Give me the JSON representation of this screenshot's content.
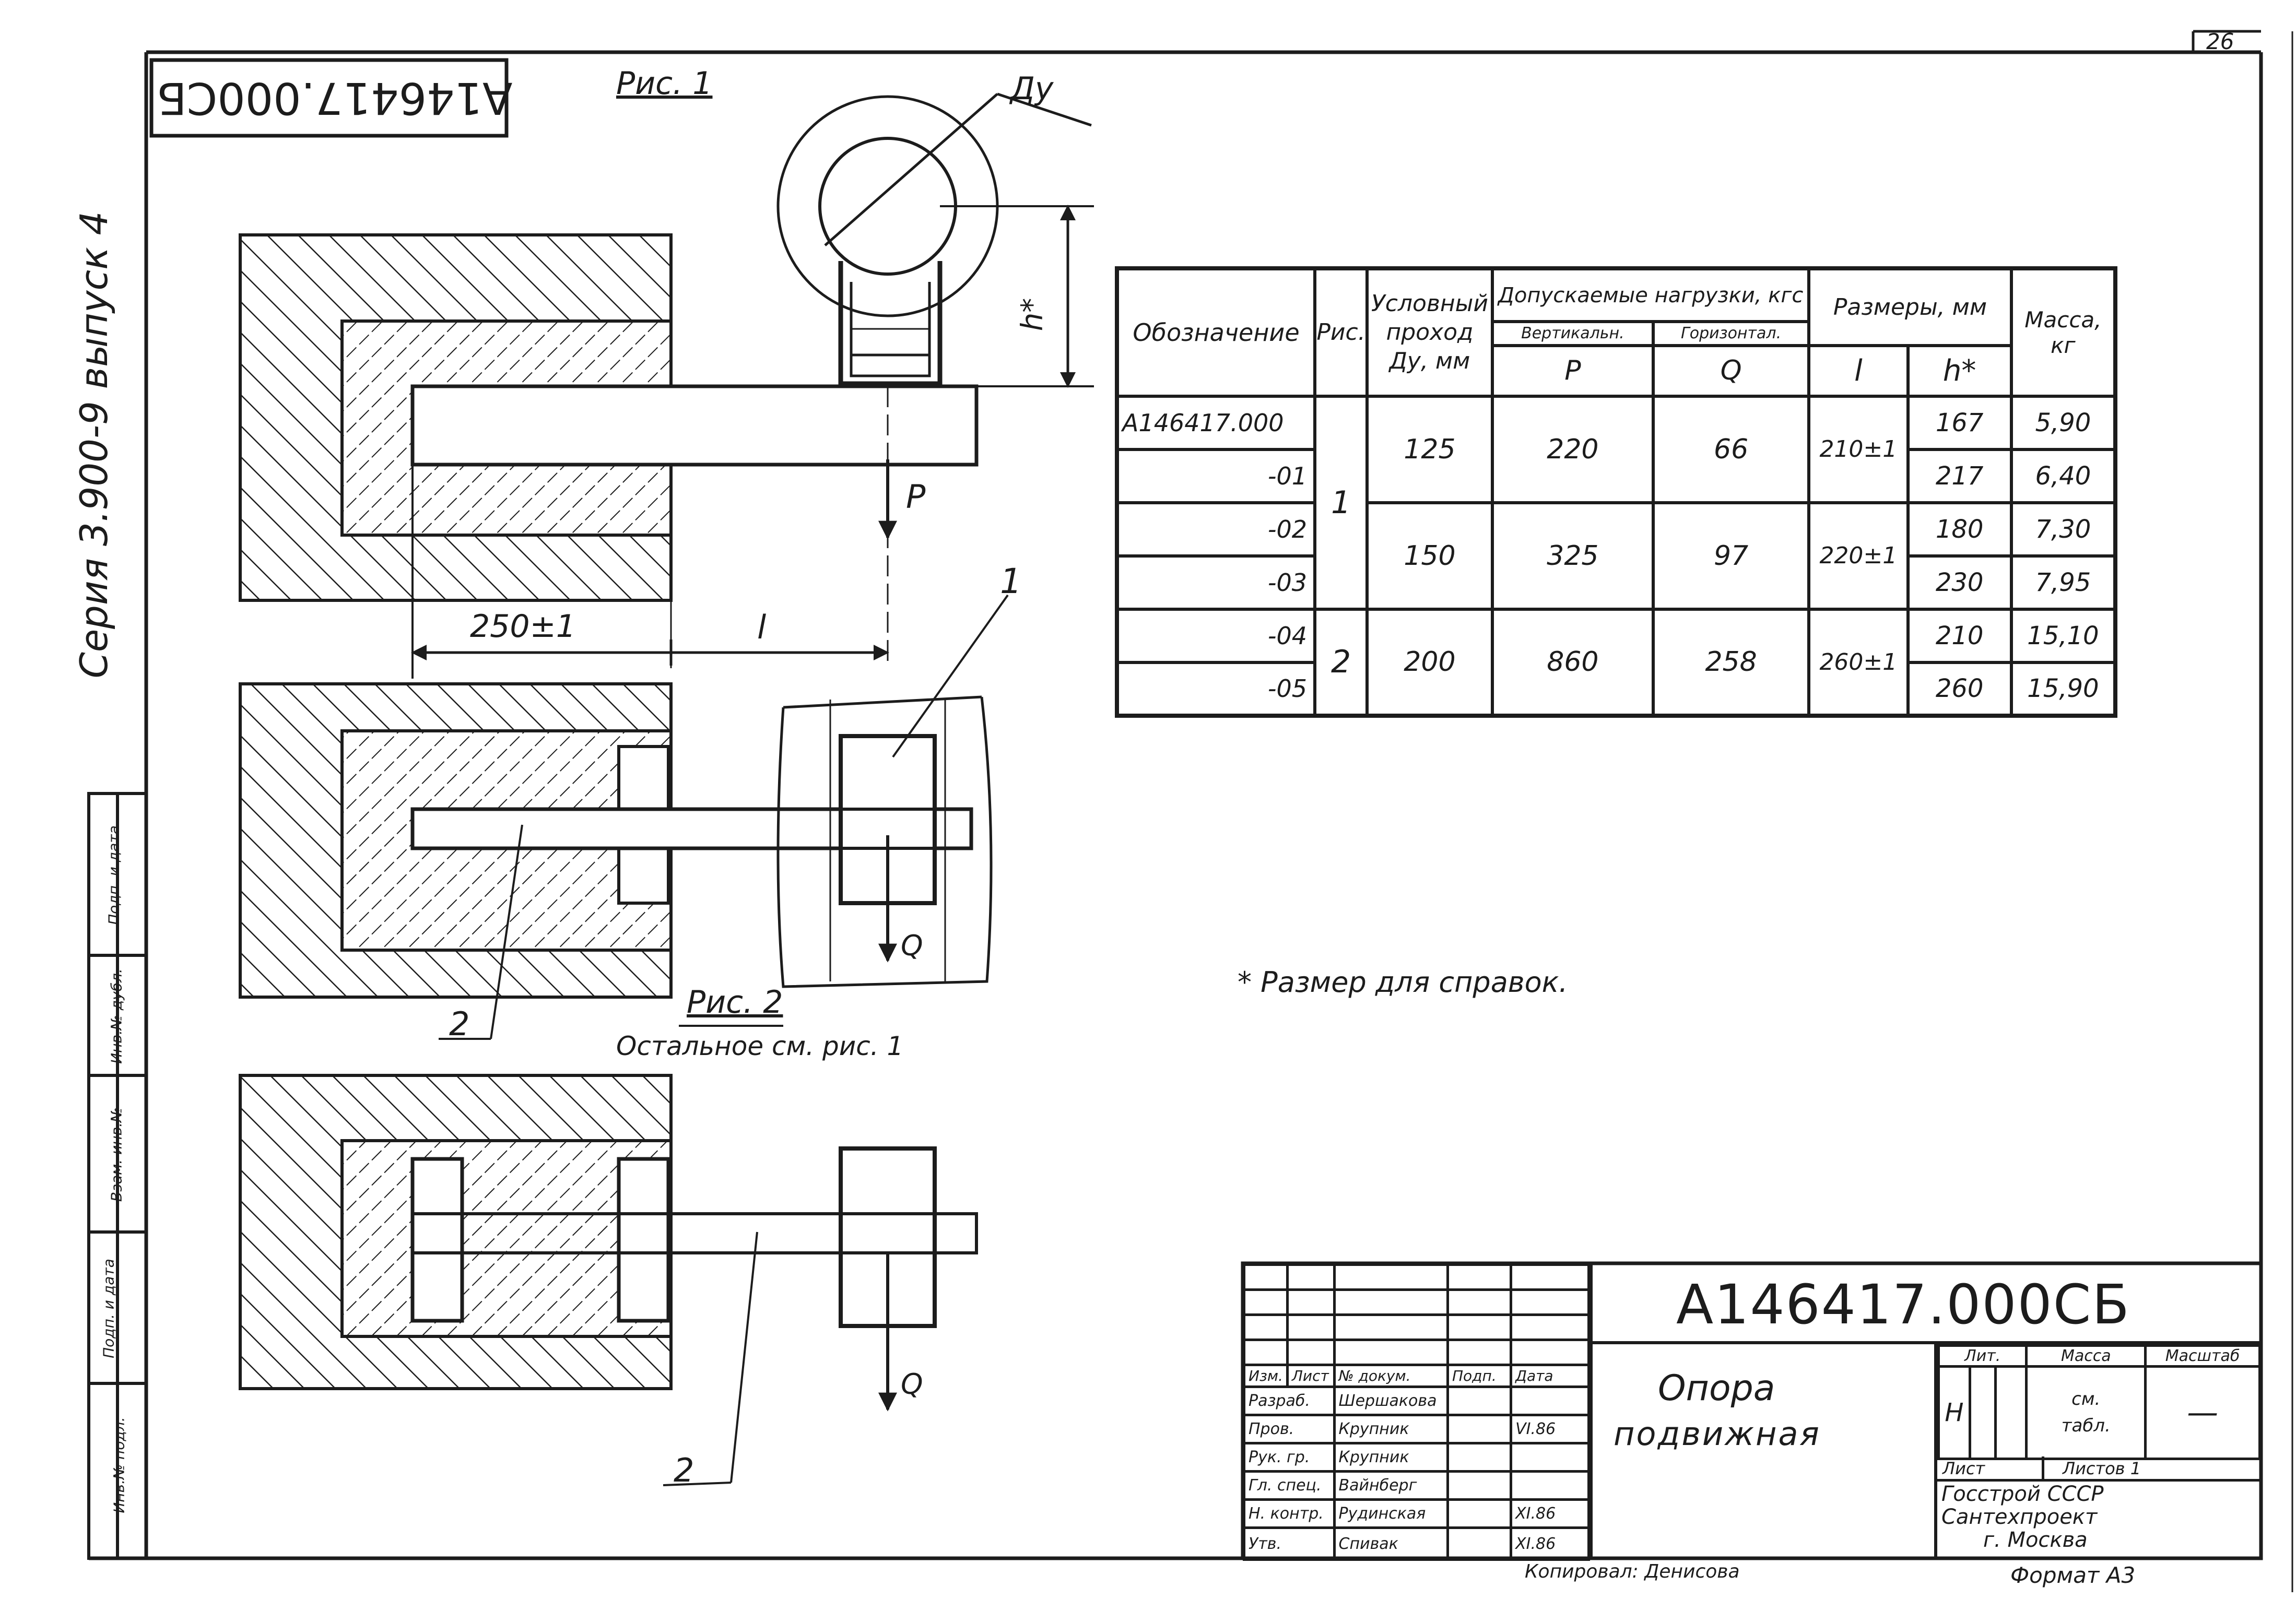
{
  "page_number": "26",
  "stamp_code": "А146417.000СБ",
  "series": "Серия 3.900-9 выпуск 4",
  "side_stamp": [
    "Инв.№ подл.",
    "Подп. и дата",
    "Взам. инв.№",
    "Инв.№ дубл.",
    "Подп. и дата"
  ],
  "figures": {
    "fig1_label": "Рис. 1",
    "fig2_label": "Рис. 2",
    "fig2_note": "Остальное см. рис. 1",
    "du": "Ду",
    "h_star": "h*",
    "p": "P",
    "q": "Q",
    "dim_250": "250±1",
    "dim_l": "l",
    "leader_1": "1",
    "leader_2": "2"
  },
  "table": {
    "headers": {
      "designation": "Обозначение",
      "fig": "Рис.",
      "du": [
        "Условный",
        "проход",
        "Ду, мм"
      ],
      "loads": "Допускаемые нагрузки, кгс",
      "vertical": "Вертикальн.",
      "horizontal": "Горизонтал.",
      "p": "P",
      "q": "Q",
      "sizes": "Размеры, мм",
      "l": "l",
      "h": "h*",
      "mass": [
        "Масса,",
        "кг"
      ]
    },
    "rows": [
      {
        "designation": "А146417.000",
        "h": "167",
        "mass": "5,90"
      },
      {
        "designation": "-01",
        "h": "217",
        "mass": "6,40"
      },
      {
        "designation": "-02",
        "h": "180",
        "mass": "7,30"
      },
      {
        "designation": "-03",
        "h": "230",
        "mass": "7,95"
      },
      {
        "designation": "-04",
        "h": "210",
        "mass": "15,10"
      },
      {
        "designation": "-05",
        "h": "260",
        "mass": "15,90"
      }
    ],
    "groups": [
      {
        "du": "125",
        "p": "220",
        "q": "66",
        "l": "210±1"
      },
      {
        "du": "150",
        "p": "325",
        "q": "97",
        "l": "220±1"
      },
      {
        "du": "200",
        "p": "860",
        "q": "258",
        "l": "260±1"
      }
    ],
    "fig_values": [
      "1",
      "2"
    ]
  },
  "note": "* Размер для справок.",
  "title_block": {
    "code": "А146417.000СБ",
    "name_line1": "Опора",
    "name_line2": "подвижная",
    "header": {
      "izm": "Изм.",
      "list": "Лист",
      "doc": "№ докум.",
      "sign": "Подп.",
      "date": "Дата"
    },
    "people": [
      {
        "role": "Разраб.",
        "name": "Шершакова",
        "date": ""
      },
      {
        "role": "Пров.",
        "name": "Крупник",
        "date": "VI.86"
      },
      {
        "role": "Рук. гр.",
        "name": "Крупник",
        "date": ""
      },
      {
        "role": "Гл. спец.",
        "name": "Вайнберг",
        "date": ""
      },
      {
        "role": "Н. контр.",
        "name": "Рудинская",
        "date": "XI.86"
      },
      {
        "role": "Утв.",
        "name": "Спивак",
        "date": "XI.86"
      }
    ],
    "lit_label": "Лит.",
    "lit_value": "Н",
    "mass_label": "Масса",
    "mass_value": [
      "см.",
      "табл."
    ],
    "scale_label": "Масштаб",
    "scale_value": "—",
    "sheet_label": "Лист",
    "sheets_label": "Листов 1",
    "org": [
      "Госстрой СССР",
      "Сантехпроект",
      "г. Москва"
    ]
  },
  "copied": "Копировал: Денисова",
  "format": "Формат А3",
  "colors": {
    "ink": "#1c1c1c",
    "paper": "#ffffff"
  }
}
